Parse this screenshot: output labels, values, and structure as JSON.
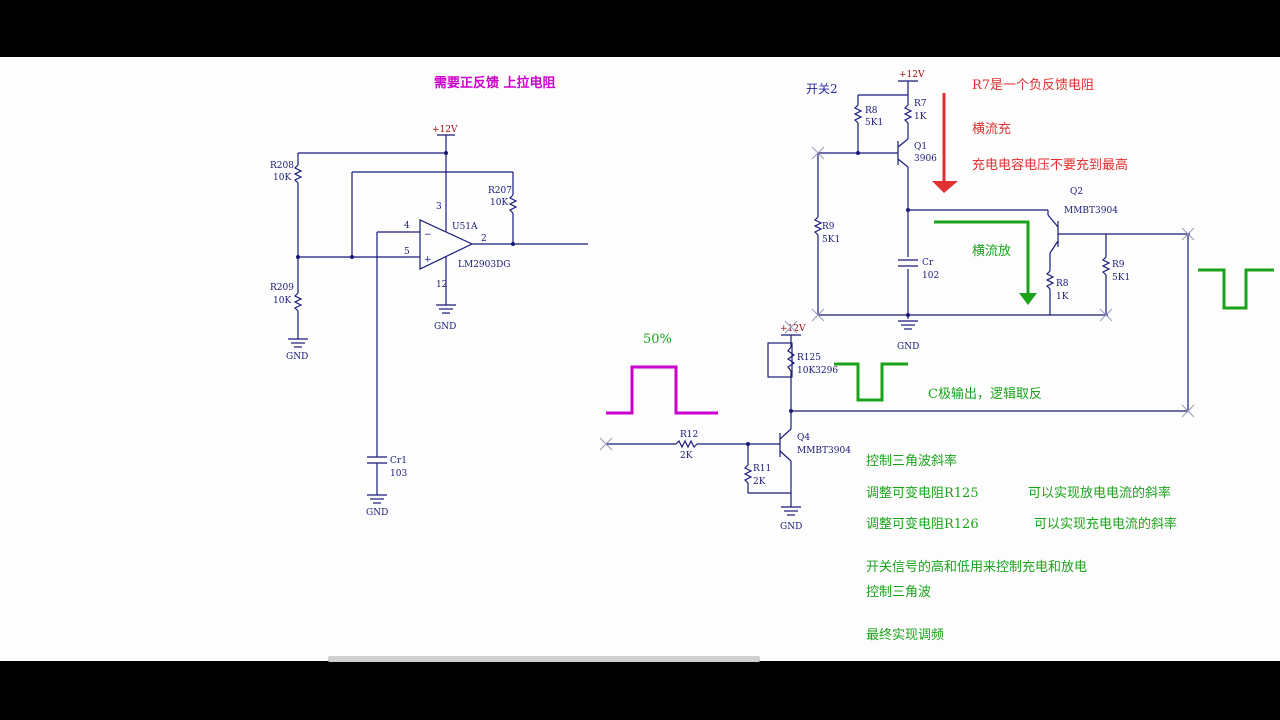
{
  "annotations": {
    "top_note": "需要正反馈  上拉电阻",
    "switch2": "开关2",
    "r7_note": "R7是一个负反馈电阻",
    "const_charge": "横流充",
    "cap_note": "充电电容电压不要充到最高",
    "const_discharge": "横流放",
    "duty": "50%",
    "c_output": "C极输出，逻辑取反",
    "slope_title": "控制三角波斜率",
    "r125_note": "调整可变电阻R125",
    "r125_effect": "可以实现放电电流的斜率",
    "r126_note": "调整可变电阻R126",
    "r126_effect": "可以实现充电电流的斜率",
    "switch_signal": "开关信号的高和低用来控制充电和放电",
    "control_triangle": "控制三角波",
    "final": "最终实现调频"
  },
  "components": {
    "vcc": "+12V",
    "gnd": "GND",
    "r208": "R208",
    "r208_val": "10K",
    "r209": "R209",
    "r209_val": "10K",
    "r207": "R207",
    "r207_val": "10K",
    "u51a": "U51A",
    "u51a_part": "LM2903DG",
    "pin3": "3",
    "pin4": "4",
    "pin5": "5",
    "pin2": "2",
    "pin12": "12",
    "minus": "−",
    "plus": "+",
    "cr1": "Cr1",
    "cr1_val": "103",
    "r8a": "R8",
    "r8a_val": "5K1",
    "r7": "R7",
    "r7_val": "1K",
    "q1": "Q1",
    "q1_part": "3906",
    "r9a": "R9",
    "r9a_val": "5K1",
    "cr": "Cr",
    "cr_val": "102",
    "q2": "Q2",
    "q2_part": "MMBT3904",
    "r8b": "R8",
    "r8b_val": "1K",
    "r9b": "R9",
    "r9b_val": "5K1",
    "r125": "R125",
    "r125_val": "10K3296",
    "r12": "R12",
    "r12_val": "2K",
    "r11": "R11",
    "r11_val": "2K",
    "q4": "Q4",
    "q4_part": "MMBT3904"
  },
  "colors": {
    "wire": "#1a1a7a",
    "magenta": "#cc00cc",
    "red": "#e03030",
    "green": "#1aa31a"
  }
}
